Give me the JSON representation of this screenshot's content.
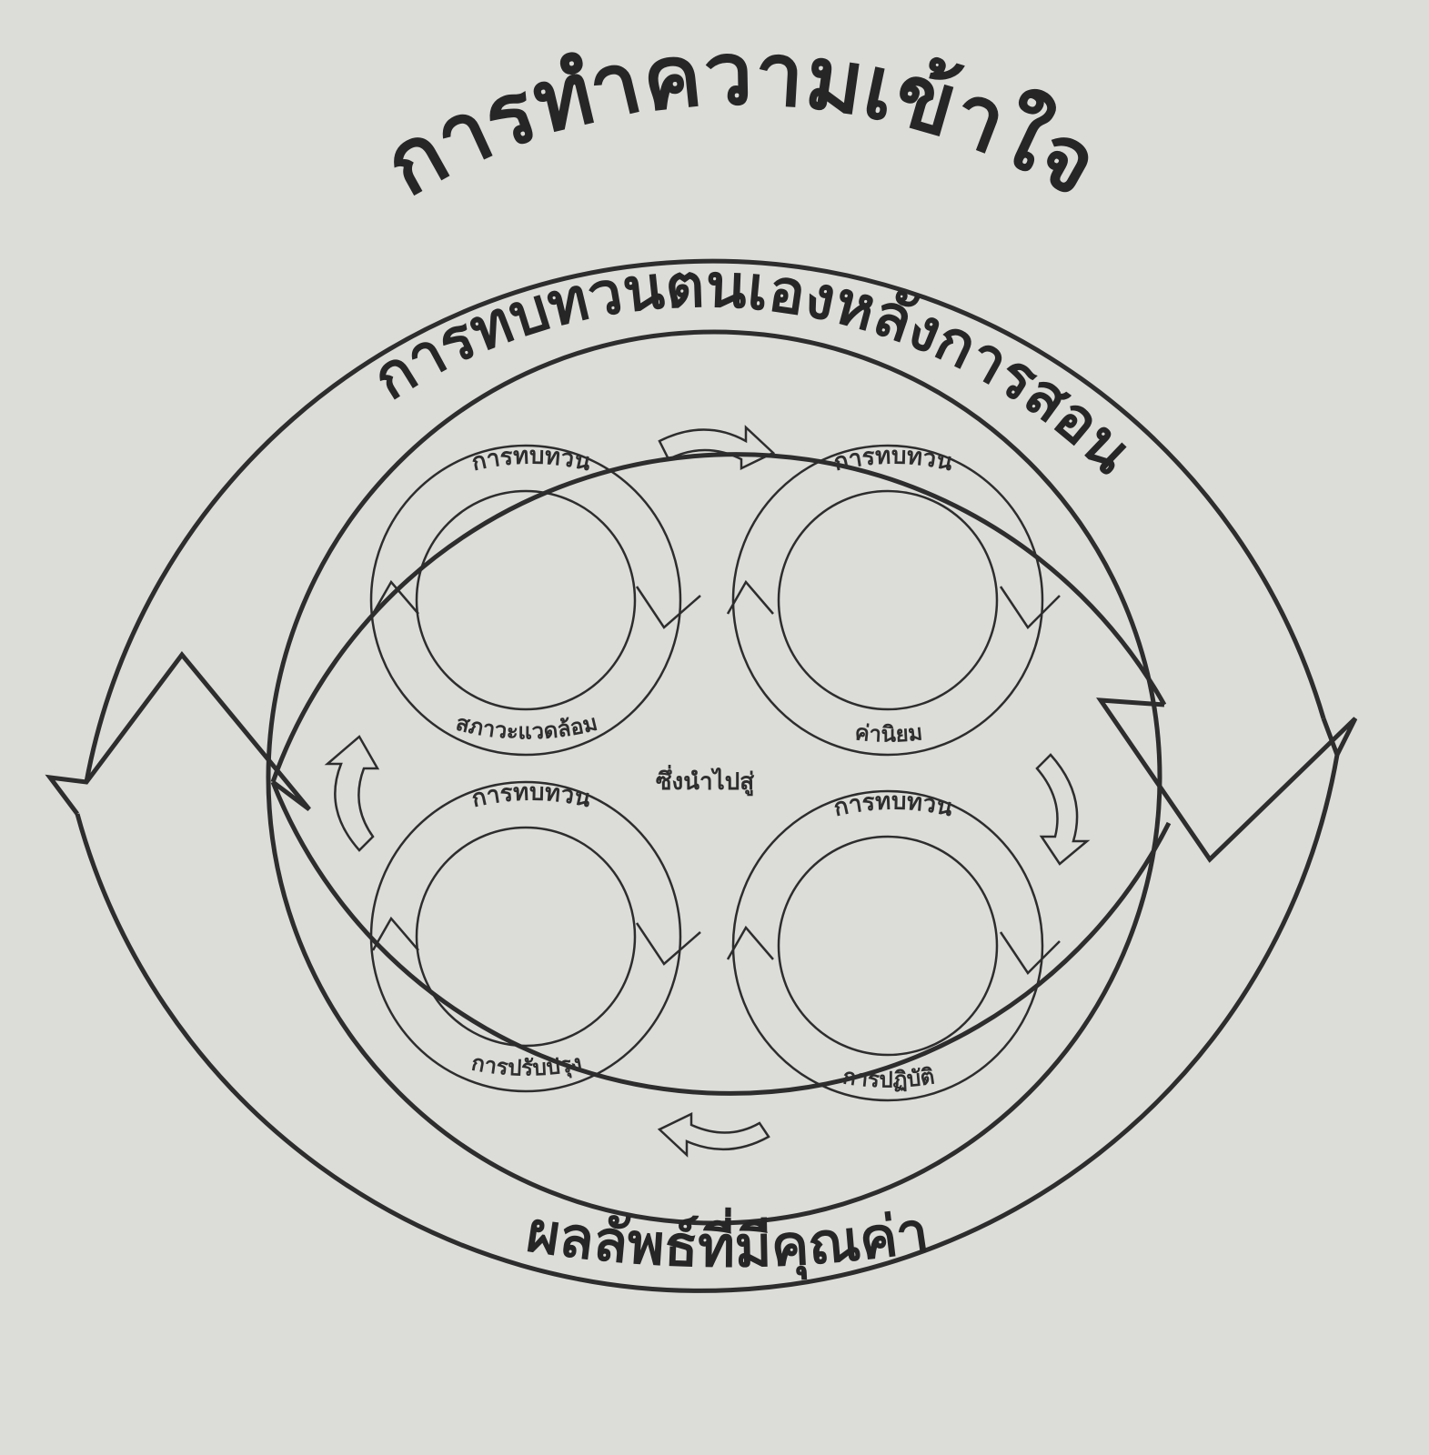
{
  "diagram": {
    "outer_top_label": "การทำความเข้าใจ",
    "outer_bottom_label": "ผลลัพธ์ที่มีคุณค่า",
    "inner_top_label": "การทบทวนตนเองหลังการสอน",
    "center_label": "ซึ่งนำไปสู่",
    "cycles": [
      {
        "top": "การทบทวน",
        "bottom": "สภาวะแวดล้อม"
      },
      {
        "top": "การทบทวน",
        "bottom": "ค่านิยม"
      },
      {
        "top": "การทบทวน",
        "bottom": "การปรับปรุง"
      },
      {
        "top": "การทบทวน",
        "bottom": "การปฏิบัติ"
      }
    ],
    "colors": {
      "background": "#dcdcd9",
      "ink": "#2d2d2d"
    }
  }
}
